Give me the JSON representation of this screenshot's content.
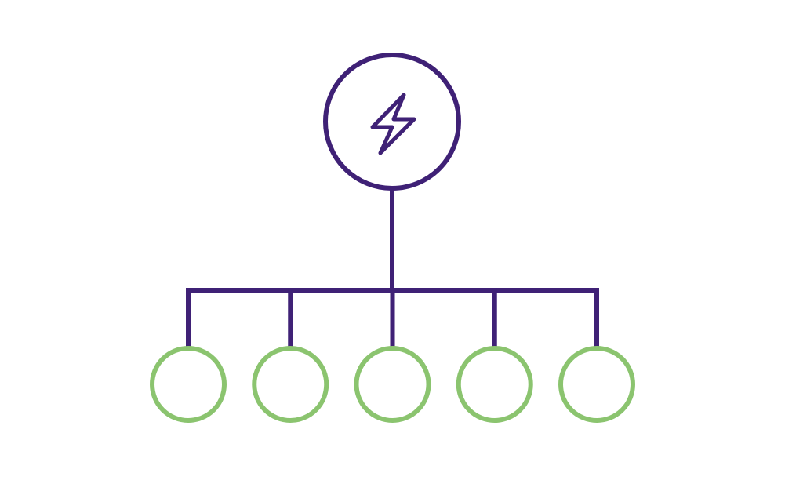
{
  "diagram": {
    "type": "hierarchy",
    "root": {
      "icon": "lightning-bolt-icon",
      "stroke_color": "#3F2176"
    },
    "children": [
      {
        "id": 1,
        "stroke_color": "#8BC46F"
      },
      {
        "id": 2,
        "stroke_color": "#8BC46F"
      },
      {
        "id": 3,
        "stroke_color": "#8BC46F"
      },
      {
        "id": 4,
        "stroke_color": "#8BC46F"
      },
      {
        "id": 5,
        "stroke_color": "#8BC46F"
      }
    ],
    "connector_color": "#3F2176",
    "background_color": "#FFFFFF"
  }
}
